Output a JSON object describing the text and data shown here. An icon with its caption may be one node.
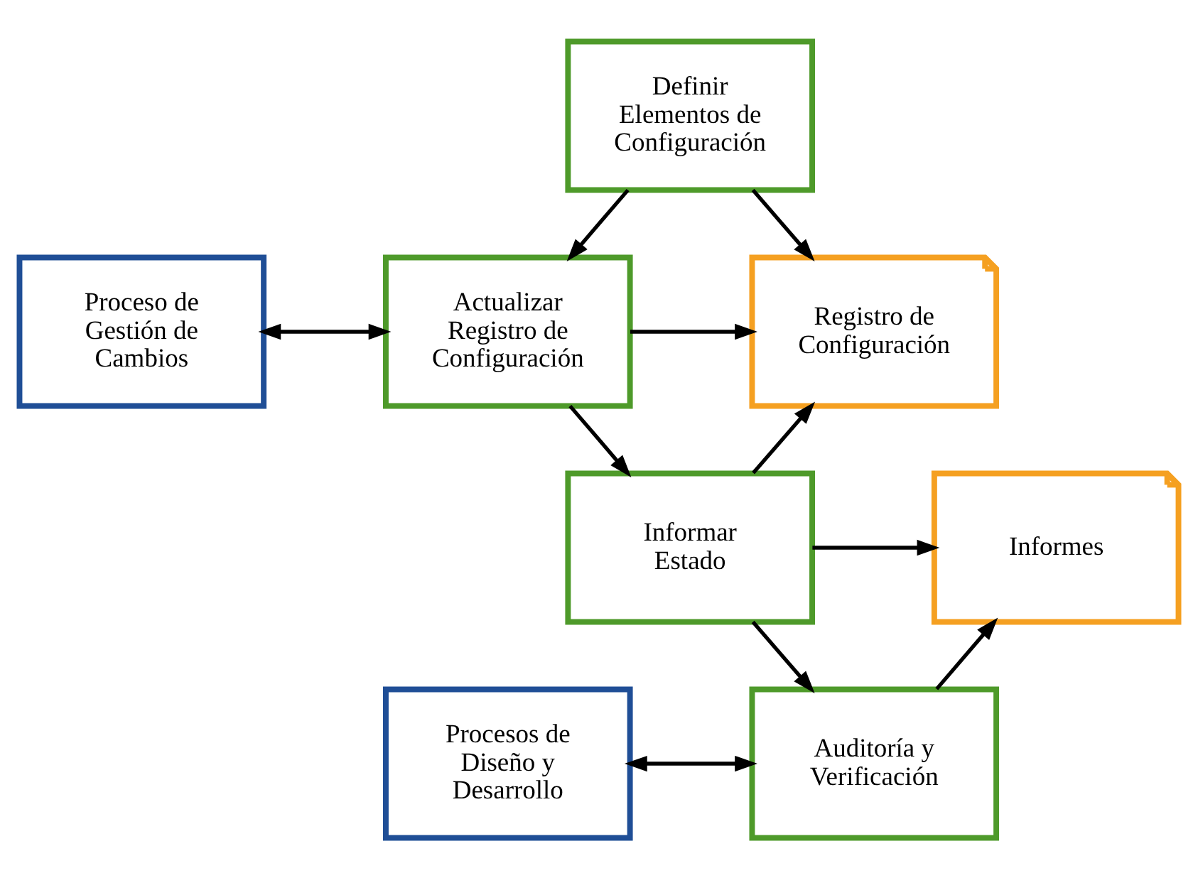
{
  "diagram": {
    "nodes": [
      {
        "text": [
          "Definir Elementos de Configuración"
        ]
      },
      {
        "text": [
          "Proceso de Gestión de Cambios"
        ]
      },
      {
        "text": [
          "Actualizar Registro de Configuración"
        ]
      },
      {
        "text": [
          "Registro de Configuración"
        ]
      },
      {
        "text": [
          "Informar Estado"
        ]
      },
      {
        "text": [
          "Informes"
        ]
      },
      {
        "text": [
          "Procesos de Diseño y Desarrollo"
        ]
      },
      {
        "text": [
          "Auditoría y Verificación"
        ]
      }
    ],
    "edges": [
      {
        "from": 0,
        "to": 2,
        "arrow": "to"
      },
      {
        "from": 0,
        "to": 3,
        "arrow": "to"
      },
      {
        "from": 1,
        "to": 2,
        "arrow": "both"
      },
      {
        "from": 2,
        "to": 3,
        "arrow": "to"
      },
      {
        "from": 2,
        "to": 4,
        "arrow": "to"
      },
      {
        "from": 4,
        "to": 3,
        "arrow": "to"
      },
      {
        "from": 4,
        "to": 5,
        "arrow": "to"
      },
      {
        "from": 4,
        "to": 7,
        "arrow": "to"
      },
      {
        "from": 6,
        "to": 7,
        "arrow": "both"
      },
      {
        "from": 7,
        "to": 5,
        "arrow": "to"
      }
    ]
  }
}
